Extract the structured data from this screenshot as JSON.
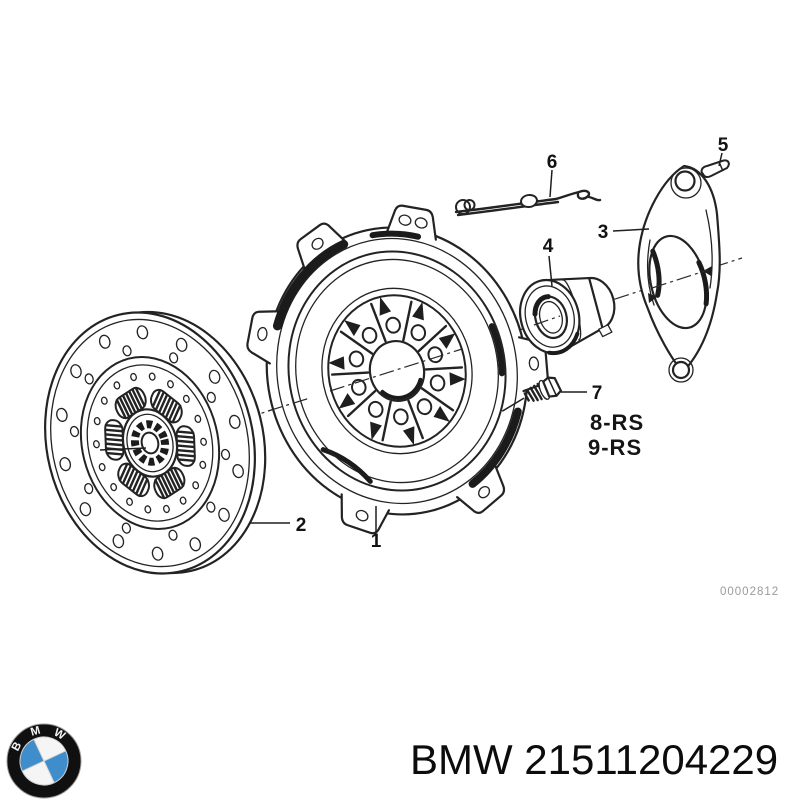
{
  "diagram": {
    "callouts": [
      "1",
      "2",
      "3",
      "4",
      "5",
      "6",
      "7"
    ],
    "kit_labels": [
      "8-RS",
      "9-RS"
    ],
    "drawing_number": "00002812"
  },
  "footer": {
    "caption": "BMW 21511204229",
    "brand": "BMW",
    "part_number": "21511204229",
    "logo_letters": [
      "B",
      "M",
      "W"
    ]
  },
  "colors": {
    "background": "#ffffff",
    "line_art": "#232323",
    "drawing_number_gray": "#9a9a9a",
    "bmw_blue": "#3f8ecb",
    "logo_ring_black": "#101010"
  }
}
